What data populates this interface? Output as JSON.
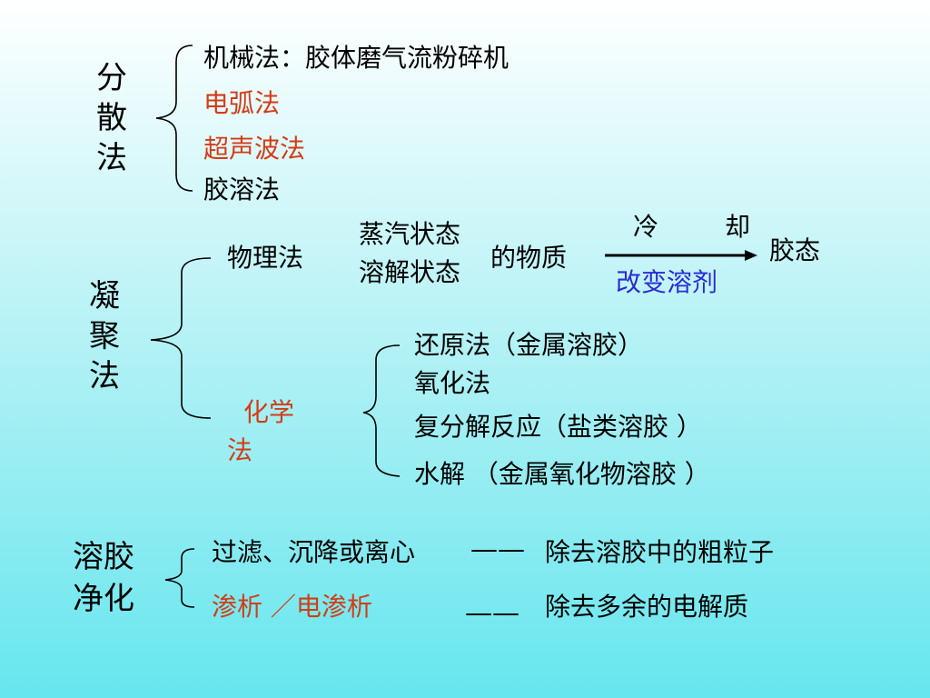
{
  "dispersion": {
    "title_chars": [
      "分",
      "散",
      "法"
    ],
    "methods": [
      {
        "text": "机械法：胶体磨气流粉碎机",
        "color": "#000000"
      },
      {
        "text": "电弧法",
        "color": "#d43c16"
      },
      {
        "text": "超声波法",
        "color": "#d43c16"
      },
      {
        "text": "胶溶法",
        "color": "#000000"
      }
    ]
  },
  "condensation": {
    "title_chars": [
      "凝",
      "聚",
      "法"
    ],
    "physical": {
      "label": "物理法",
      "states": [
        "蒸汽状态",
        "溶解状态"
      ],
      "substance": "的物质",
      "arrow_top_left": "冷",
      "arrow_top_right": "却",
      "arrow_bottom": "改变溶剂",
      "result": "胶态"
    },
    "chemical": {
      "label_line1": "化学",
      "label_line2": "法",
      "methods": [
        "还原法（金属溶胶）",
        "氧化法",
        "复分解反应（盐类溶胶 ）",
        "水解 （金属氧化物溶胶 ）"
      ]
    }
  },
  "purification": {
    "title_line1": "溶胶",
    "title_line2": "净化",
    "rows": [
      {
        "method": "过滤、沉降或离心",
        "dash": "——",
        "purpose": "除去溶胶中的粗粒子",
        "color": "#000000"
      },
      {
        "method": "渗析 ／电渗析",
        "dash": "——",
        "purpose": "除去多余的电解质",
        "color": "#d43c16"
      }
    ]
  },
  "colors": {
    "red": "#d43c16",
    "blue": "#2a2ad6",
    "text": "#000000"
  }
}
